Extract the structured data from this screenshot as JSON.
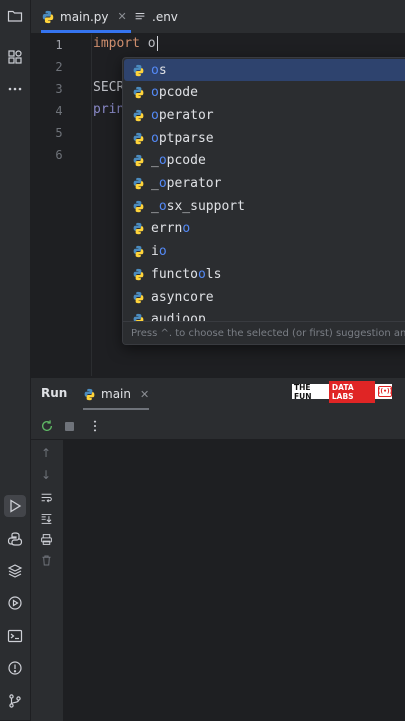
{
  "tabs": [
    {
      "label": "main.py",
      "active": true
    },
    {
      "label": ".env",
      "active": false
    }
  ],
  "editor": {
    "line_numbers": [
      "1",
      "2",
      "3",
      "4",
      "5",
      "6"
    ],
    "line1_keyword": "import",
    "line1_text": " o",
    "line3_text": "SECR",
    "line4_text": "prin"
  },
  "completion": {
    "typed_prefix": "o",
    "items": [
      {
        "pre": "",
        "match": "o",
        "post": "s"
      },
      {
        "pre": "",
        "match": "o",
        "post": "pcode"
      },
      {
        "pre": "",
        "match": "o",
        "post": "perator"
      },
      {
        "pre": "",
        "match": "o",
        "post": "ptparse"
      },
      {
        "pre": "_",
        "match": "o",
        "post": "pcode"
      },
      {
        "pre": "_",
        "match": "o",
        "post": "perator"
      },
      {
        "pre": "_",
        "match": "o",
        "post": "sx_support"
      },
      {
        "pre": "errn",
        "match": "o",
        "post": ""
      },
      {
        "pre": "i",
        "match": "o",
        "post": ""
      },
      {
        "pre": "functo",
        "match": "o",
        "post": "ls"
      },
      {
        "pre": "asynco",
        "match": "",
        "post": "re"
      },
      {
        "pre": "audio",
        "match": "",
        "post": "op"
      }
    ],
    "hint": "Press ^. to choose the selected (or first) suggestion and insert a dot afterwards"
  },
  "run_panel": {
    "title": "Run",
    "tab_label": "main",
    "brand_text": "THE FUN",
    "brand_highlight": "DATA LABS",
    "brand_badge": "((•))"
  },
  "icons": {
    "left_top": [
      "folder-icon",
      "structure-icon",
      "more-icon"
    ],
    "left_bottom": [
      "run-icon",
      "python-console-icon",
      "layers-icon",
      "services-icon",
      "terminal-icon",
      "problems-icon",
      "git-icon"
    ]
  },
  "colors": {
    "accent": "#3574f0",
    "keyword": "#cf8e6d",
    "match": "#548af7",
    "selection": "#2e436e"
  }
}
